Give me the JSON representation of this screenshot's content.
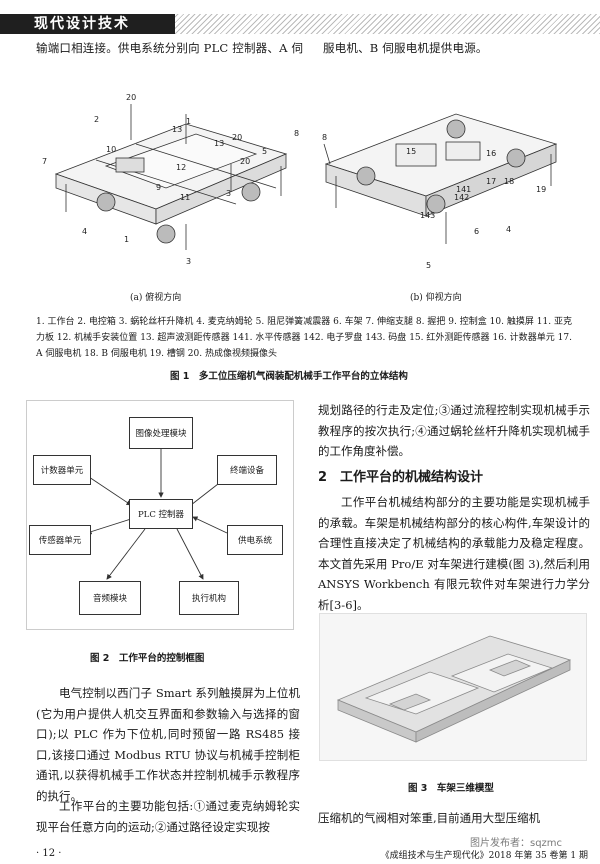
{
  "header": {
    "title": "现代设计技术"
  },
  "top": {
    "left_line": "输端口相连接。供电系统分别向 PLC 控制器、A 伺",
    "right_line": "服电机、B 伺服电机提供电源。"
  },
  "figure1": {
    "sub_a": "(a) 俯视方向",
    "sub_b": "(b) 仰视方向",
    "legend": "1. 工作台 2. 电控箱 3. 蜗轮丝杆升降机 4. 麦克纳姆轮 5. 阻尼弹簧减震器 6. 车架 7. 伸缩支腿 8. 握把 9. 控制盒 10. 触摸屏 11. 亚克力板 12. 机械手安装位置 13. 超声波测距传感器 141. 水平传感器 142. 电子罗盘 143. 码盘 15. 红外测距传感器 16. 计数器单元 17. A 伺服电机 18. B 伺服电机 19. 槽钢 20. 热成像视频摄像头",
    "caption": "图 1　多工位压缩机气阀装配机械手工作平台的立体结构"
  },
  "figure2": {
    "boxes": {
      "image": "图像处理模块",
      "counter": "计数器单元",
      "terminal": "终端设备",
      "plc": "PLC 控制器",
      "sensor": "传感器单元",
      "power": "供电系统",
      "audio": "音频模块",
      "actuator": "执行机构"
    },
    "caption": "图 2　工作平台的控制框图"
  },
  "left_col": {
    "para1": "电气控制以西门子 Smart 系列触摸屏为上位机(它为用户提供人机交互界面和参数输入与选择的窗口);以 PLC 作为下位机,同时预留一路 RS485 接口,该接口通过 Modbus RTU 协议与机械手控制柜通讯,以获得机械手工作状态并控制机械手示教程序的执行。",
    "para2": "工作平台的主要功能包括:①通过麦克纳姆轮实现平台任意方向的运动;②通过路径设定实现按"
  },
  "right_col": {
    "para1_cont": "规划路径的行走及定位;③通过流程控制实现机械手示教程序的按次执行;④通过蜗轮丝杆升降机实现机械手的工作角度补偿。",
    "section": "2　工作平台的机械结构设计",
    "para2": "工作平台机械结构部分的主要功能是实现机械手的承载。车架是机械结构部分的核心构件,车架设计的合理性直接决定了机械结构的承载能力及稳定程度。本文首先采用 Pro/E 对车架进行建模(图 3),然后利用 ANSYS Workbench 有限元软件对车架进行力学分析[3-6]。",
    "fig3_caption": "图 3　车架三维模型",
    "para3": "压缩机的气阀相对笨重,目前通用大型压缩机"
  },
  "footer": {
    "page": "· 12 ·",
    "journal": "《成组技术与生产现代化》2018 年第 35 卷第 1 期",
    "watermark": "图片发布者：sqzmc"
  },
  "labels": {
    "a": [
      "20",
      "2",
      "13",
      "1",
      "20",
      "13",
      "12",
      "10",
      "9",
      "11",
      "5",
      "20",
      "7",
      "4",
      "1",
      "3",
      "3",
      "8"
    ],
    "b": [
      "8",
      "15",
      "16",
      "141",
      "142",
      "17",
      "18",
      "19",
      "143",
      "6",
      "4",
      "5"
    ]
  }
}
